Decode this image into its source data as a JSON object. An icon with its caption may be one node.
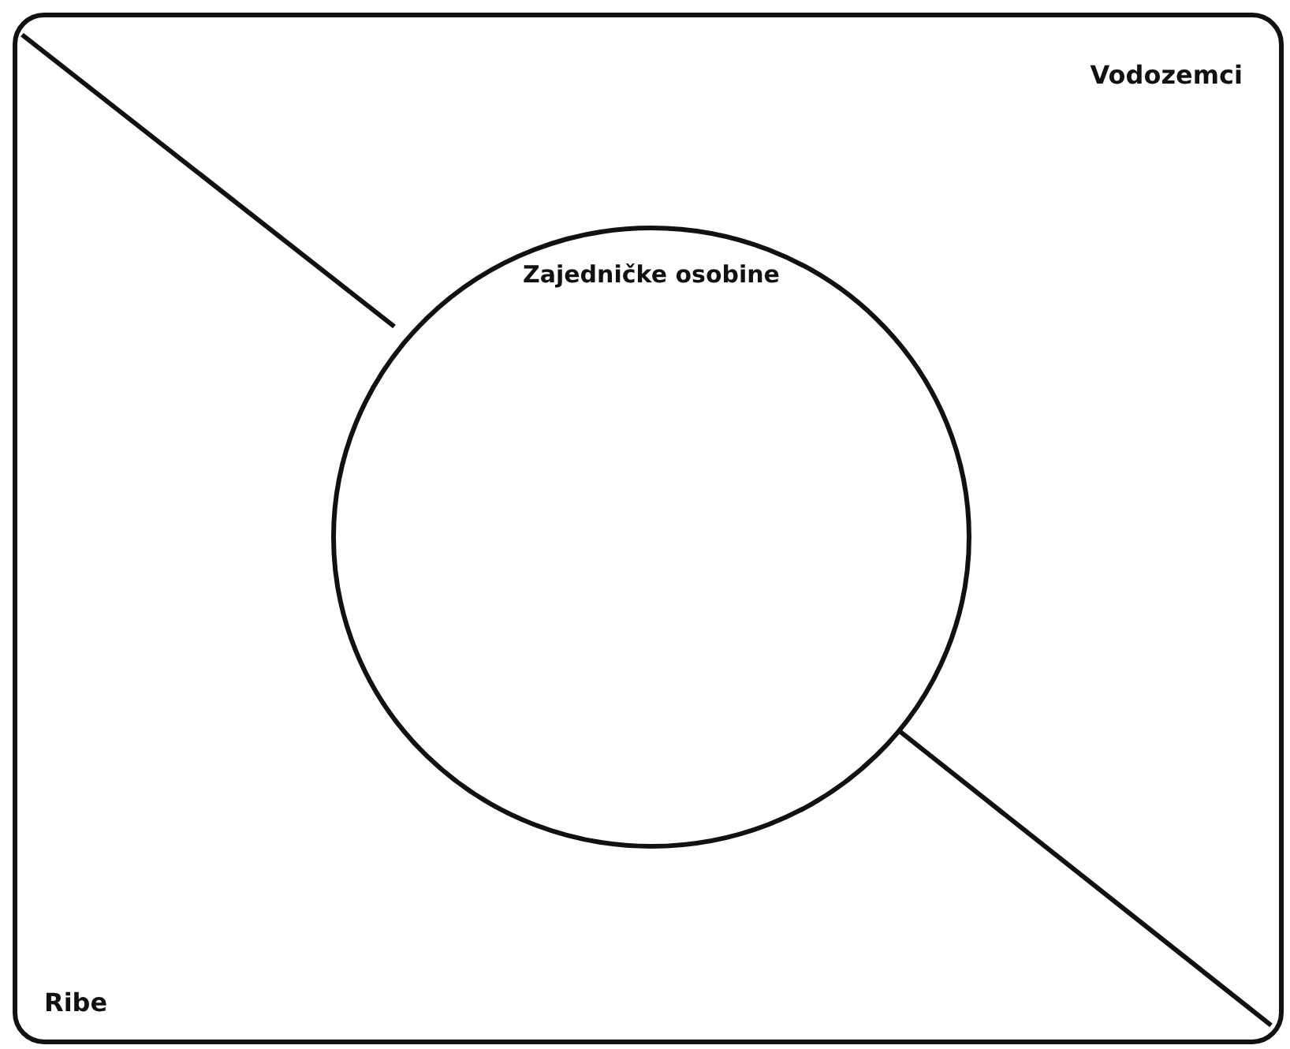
{
  "diagram": {
    "nodes": [
      {
        "text": [
          "Zajedničke osobine"
        ]
      }
    ],
    "labels": [
      "Vodozemci",
      "Ribe"
    ]
  }
}
